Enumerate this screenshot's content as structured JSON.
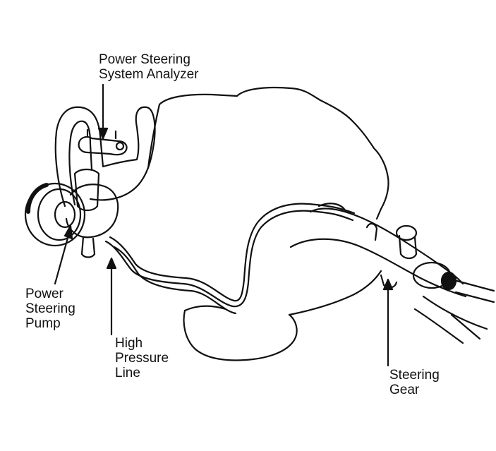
{
  "labels": {
    "analyzer": [
      "Power Steering",
      "System Analyzer"
    ],
    "pump": [
      "Power",
      "Steering",
      "Pump"
    ],
    "line": [
      "High",
      "Pressure",
      "Line"
    ],
    "gear": [
      "Steering",
      "Gear"
    ]
  },
  "colors": {
    "ink": "#111111",
    "paper": "#ffffff"
  }
}
